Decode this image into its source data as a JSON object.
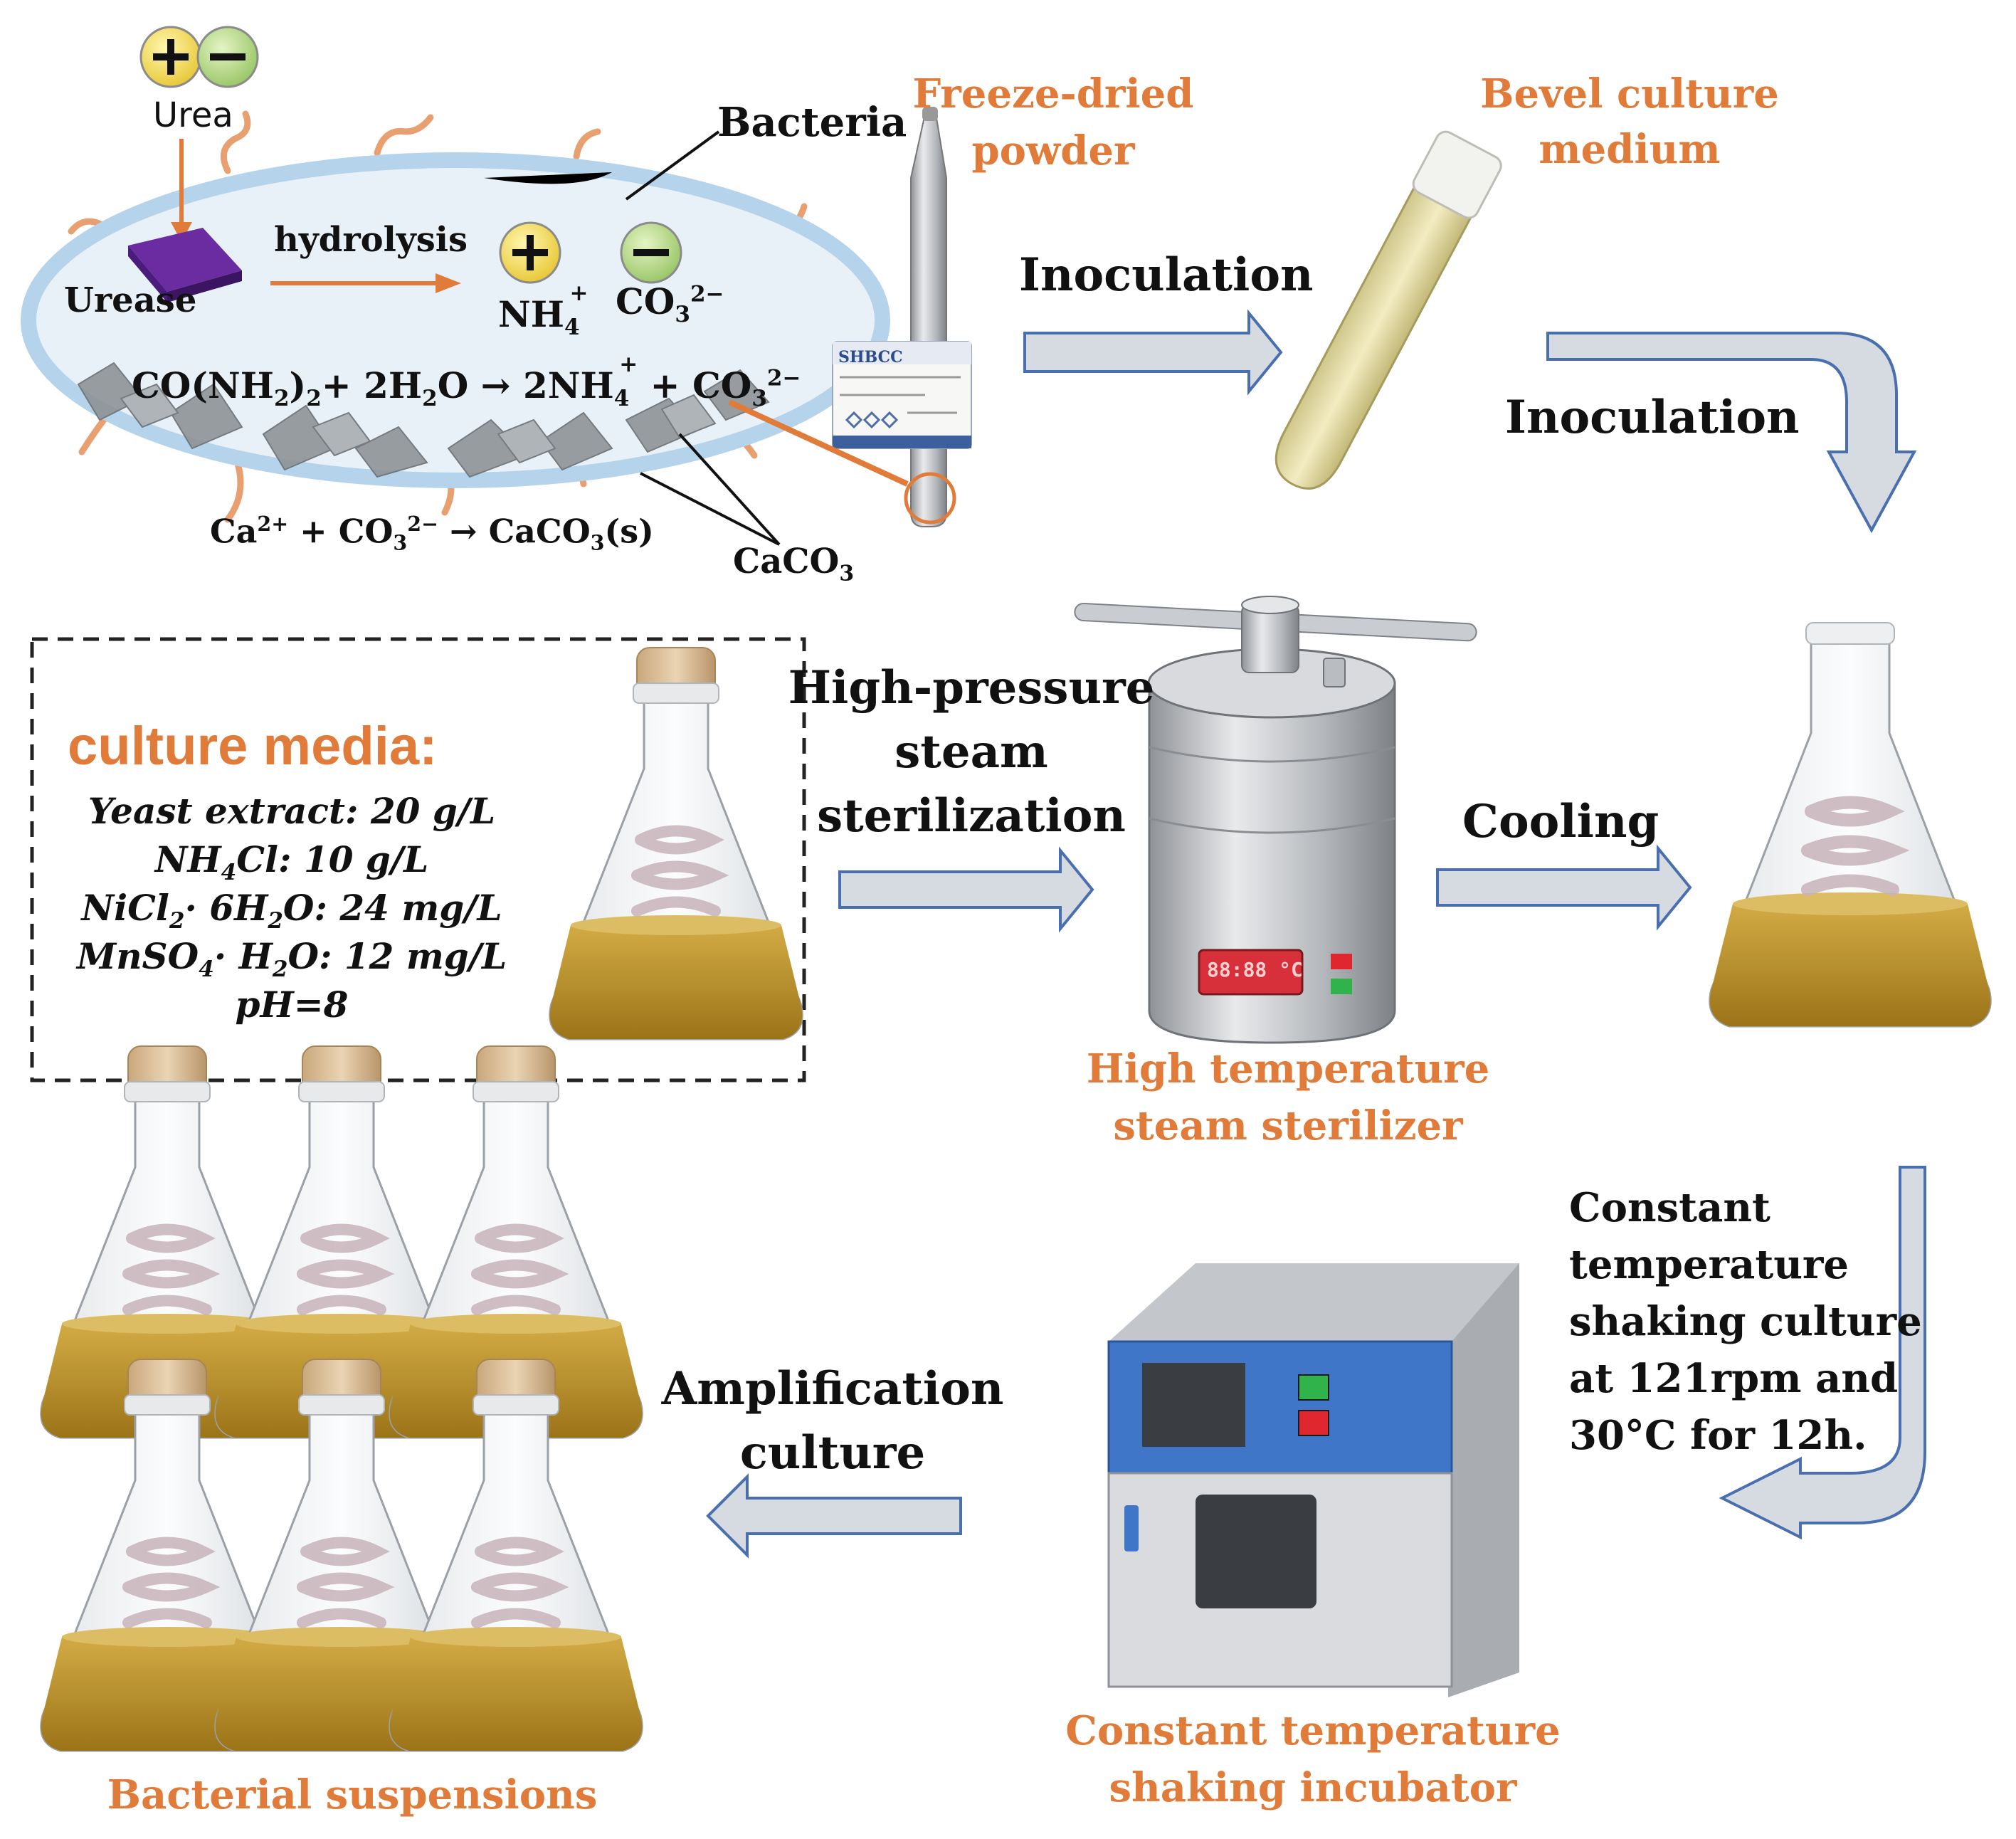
{
  "labels": {
    "urea": "Urea",
    "bacteria": "Bacteria",
    "urease": "Urease",
    "hydrolysis": "hydrolysis",
    "nh4": "NH",
    "nh4_sub": "4",
    "nh4_sup": "+",
    "co3": "CO",
    "co3_sub": "3",
    "co3_sup": "2−",
    "equation1_a": "CO(NH",
    "equation1_b": "2",
    "equation1_c": ")",
    "equation1_d": "2",
    "equation1_e": "+ 2H",
    "equation1_f": "2",
    "equation1_g": "O → 2NH",
    "equation1_h": "4",
    "equation1_i": "+",
    "equation1_j": " + CO",
    "equation1_k": "3",
    "equation1_l": "2−",
    "equation2_a": "Ca",
    "equation2_b": "2+",
    "equation2_c": " + CO",
    "equation2_d": "3",
    "equation2_e": "2−",
    "equation2_f": " → CaCO",
    "equation2_g": "3",
    "equation2_h": "(s)",
    "caco3": "CaCO",
    "caco3_sub": "3",
    "freeze_dried_1": "Freeze-dried",
    "freeze_dried_2": "powder",
    "vial_brand": "SHBCC",
    "bevel_1": "Bevel culture",
    "bevel_2": "medium",
    "inoculation_1": "Inoculation",
    "inoculation_2": "Inoculation",
    "high_pressure_1": "High-pressure",
    "high_pressure_2": "steam",
    "high_pressure_3": "sterilization",
    "sterilizer_display": "88:88 °C",
    "sterilizer_1": "High temperature",
    "sterilizer_2": "steam sterilizer",
    "cooling": "Cooling",
    "constant_1": "Constant",
    "constant_2": "temperature",
    "constant_3": "shaking culture",
    "constant_4": "at 121rpm and",
    "constant_5": "30°C for 12h.",
    "amplification_1": "Amplification",
    "amplification_2": "culture",
    "incubator_1": "Constant temperature",
    "incubator_2": "shaking incubator",
    "bacterial_suspensions": "Bacterial suspensions"
  },
  "culture_media": {
    "title": "culture media:",
    "yeast": "Yeast extract: 20 g/L",
    "nh4cl_a": "NH",
    "nh4cl_b": "4",
    "nh4cl_c": "Cl: 10 g/L",
    "nicl_a": "NiCl",
    "nicl_b": "2",
    "nicl_c": "· 6H",
    "nicl_d": "2",
    "nicl_e": "O: 24 mg/L",
    "mnso_a": "MnSO",
    "mnso_b": "4",
    "mnso_c": "· H",
    "mnso_d": "2",
    "mnso_e": "O: 12 mg/L",
    "ph": "pH=8"
  },
  "colors": {
    "orange_label": "#e07b39",
    "arrow_fill": "#d6dbe2",
    "arrow_stroke": "#4a6fae",
    "cell_fill": "#e9f1f8",
    "cell_border": "#b5d3ea",
    "liquid": "#b8902c",
    "urease": "#6a2ca0",
    "incubator_panel": "#3f76c8"
  },
  "icons": [
    "plus-icon",
    "minus-icon",
    "urease-block",
    "vial-icon",
    "test-tube-icon",
    "flask-icon",
    "sterilizer-icon",
    "incubator-icon"
  ]
}
